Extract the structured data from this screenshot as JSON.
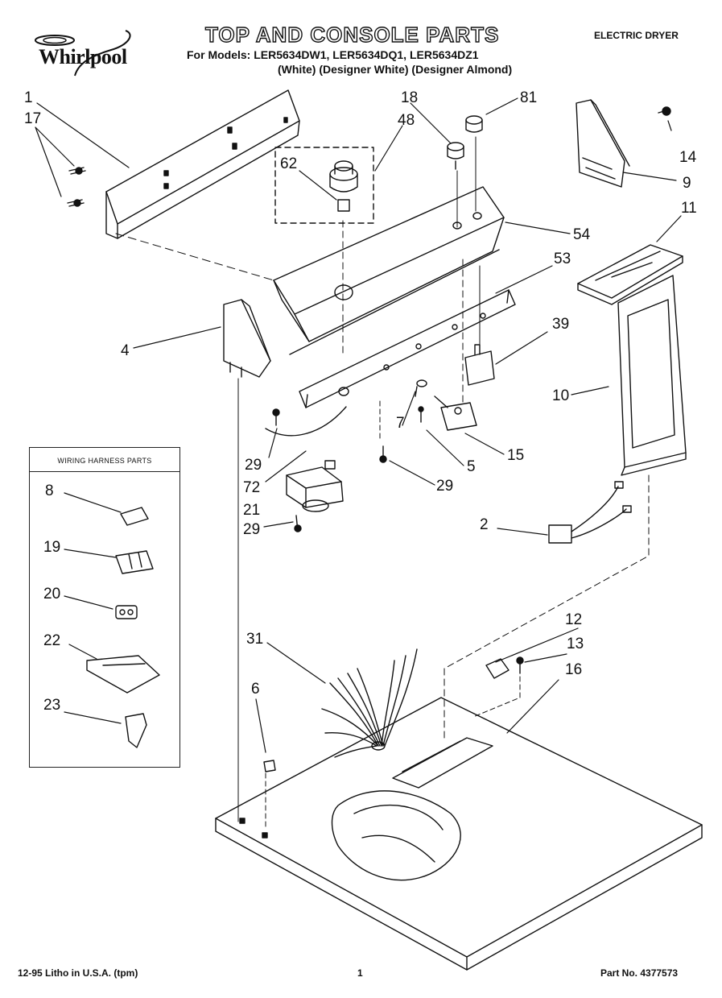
{
  "brand": {
    "name": "Whirlpool"
  },
  "header": {
    "title": "TOP AND CONSOLE PARTS",
    "models": "For Models: LER5634DW1, LER5634DQ1, LER5634DZ1",
    "variants": "(White) (Designer White) (Designer Almond)",
    "product": "ELECTRIC DRYER"
  },
  "harness_panel": {
    "title": "WIRING HARNESS PARTS"
  },
  "callouts": {
    "c1": "1",
    "c17": "17",
    "c18": "18",
    "c48": "48",
    "c81": "81",
    "c62": "62",
    "c14": "14",
    "c9": "9",
    "c11": "11",
    "c54": "54",
    "c53": "53",
    "c4": "4",
    "c39": "39",
    "c10": "10",
    "c7": "7",
    "c5": "5",
    "c15": "15",
    "c29a": "29",
    "c72": "72",
    "c21": "21",
    "c29b": "29",
    "c29c": "29",
    "c2": "2",
    "c8": "8",
    "c19": "19",
    "c20": "20",
    "c22": "22",
    "c23": "23",
    "c12": "12",
    "c13": "13",
    "c16": "16",
    "c31": "31",
    "c6": "6"
  },
  "footer": {
    "print_info": "12-95 Litho in U.S.A. (tpm)",
    "page": "1",
    "part_number": "Part No. 4377573"
  }
}
